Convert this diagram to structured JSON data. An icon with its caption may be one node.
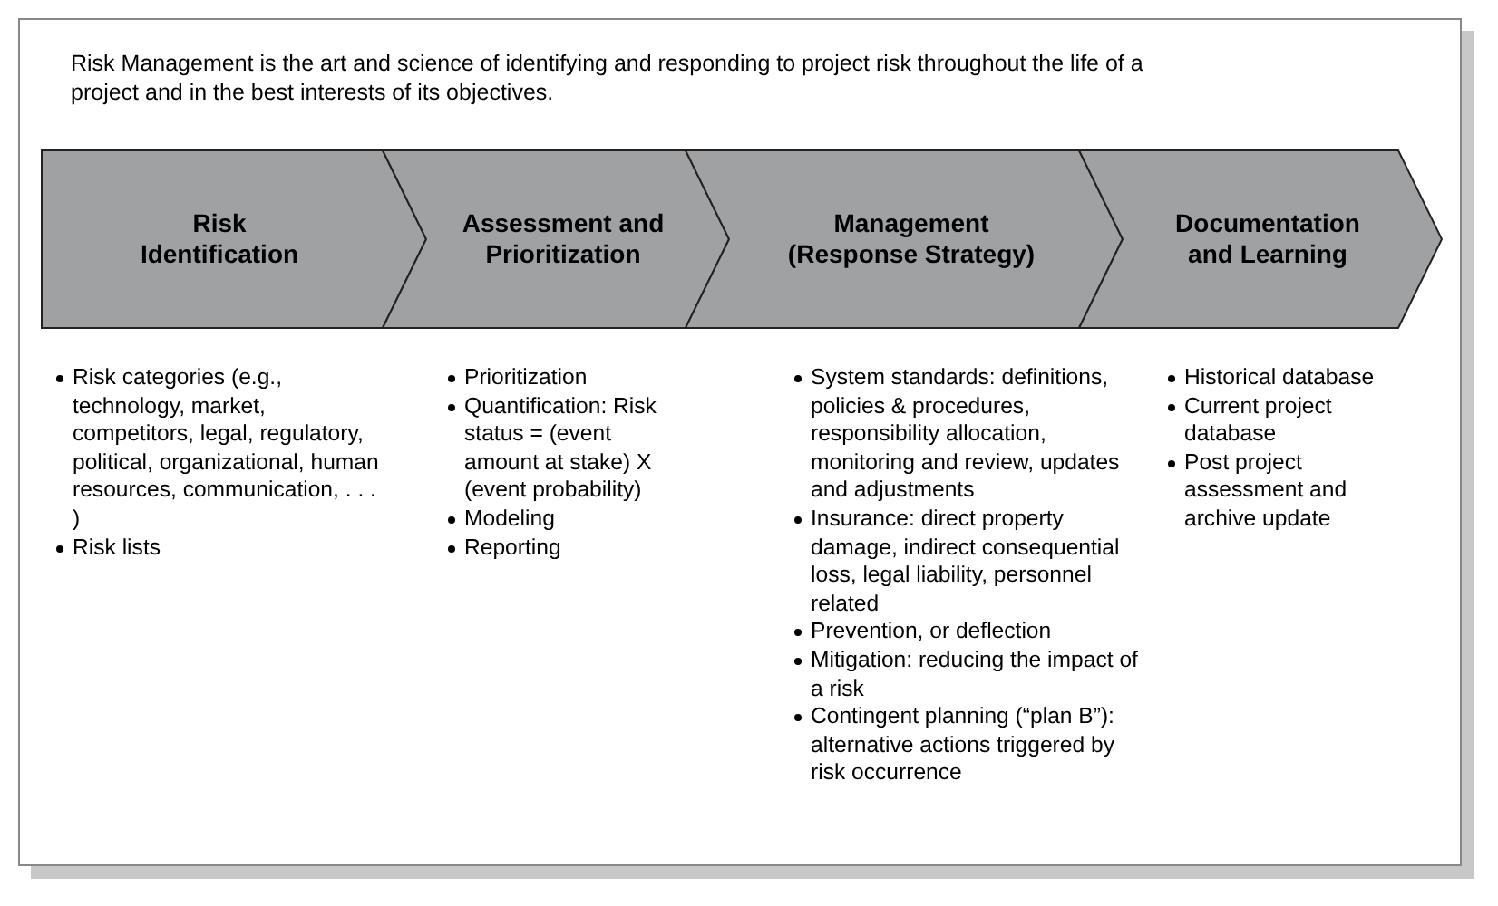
{
  "diagram": {
    "title": "Risk Management is the art and science of identifying and responding to project risk throughout the life of a project and in the best interests of its objectives.",
    "nodes": [
      {
        "text": [
          "Risk Identification"
        ],
        "beside": [
          "Risk categories (e.g., technology, market, competitors, legal, regulatory, political, organizational, human resources, communication, . . . )",
          "Risk lists"
        ]
      },
      {
        "text": [
          "Assessment and Prioritization"
        ],
        "beside": [
          "Prioritization",
          "Quantification: Risk status = (event amount at stake) X (event probability)",
          "Modeling",
          "Reporting"
        ]
      },
      {
        "text": [
          "Management (Response Strategy)"
        ],
        "beside": [
          "System standards: definitions, policies & procedures, responsibility allocation, monitoring and review, updates and adjustments",
          "Insurance: direct property damage, indirect consequential loss, legal liability, personnel related",
          "Prevention, or deflection",
          "Mitigation: reducing the impact of a risk",
          "Contingent planning (“plan B”): alternative actions triggered by risk occurrence"
        ]
      },
      {
        "text": [
          "Documentation and Learning"
        ],
        "beside": [
          "Historical database",
          "Current project database",
          "Post project assessment and archive update"
        ]
      }
    ],
    "edges": []
  }
}
